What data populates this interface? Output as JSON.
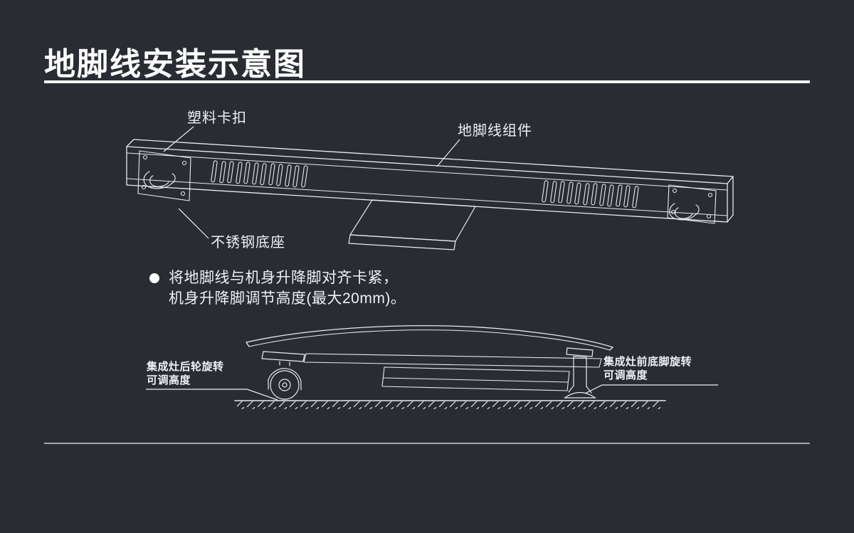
{
  "title": "地脚线安装示意图",
  "top_diagram": {
    "label_plastic_clip": "塑料卡扣",
    "label_assembly": "地脚线组件",
    "label_base": "不锈钢底座"
  },
  "instruction": {
    "line1": "将地脚线与机身升降脚对齐卡紧，",
    "line2": "机身升降脚调节高度(最大20mm)。"
  },
  "side_diagram": {
    "rear_label_line1": "集成灶后轮旋转",
    "rear_label_line2": "可调高度",
    "front_label_line1": "集成灶前底脚旋转",
    "front_label_line2": "可调高度"
  },
  "colors": {
    "background": "#2a2c34",
    "line": "#e8eaee",
    "text": "#f2f3f6"
  }
}
